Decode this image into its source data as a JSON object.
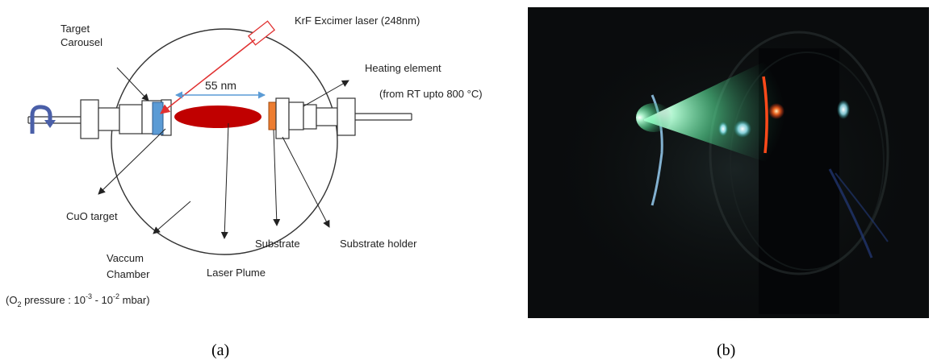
{
  "panel_a": {
    "caption": "(a)",
    "labels": {
      "target_carousel_line1": "Target",
      "target_carousel_line2": "Carousel",
      "laser": "KrF Excimer laser (248nm)",
      "distance": "55 nm",
      "heating_line1": "Heating element",
      "heating_line2_prefix": "(from RT upto 800 ",
      "heating_unit": "°C)",
      "cuo_target": "CuO target",
      "substrate": "Substrate",
      "substrate_holder": "Substrate holder",
      "chamber_line1": "Vaccum",
      "chamber_line2": "Chamber",
      "laser_plume": "Laser Plume",
      "pressure_open": "(O",
      "pressure_sub": "2",
      "pressure_label": " pressure :  10",
      "pressure_exp1": "-3",
      "pressure_dash": " - 10",
      "pressure_exp2": "-2",
      "pressure_unit": " mbar)"
    },
    "colors": {
      "plume": "#c00000",
      "target": "#5b9bd5",
      "substrate": "#ed7d31",
      "laser_beam": "#e03030",
      "distance_arrow": "#5b9bd5",
      "rotation_arrow": "#4a5fa8"
    }
  },
  "panel_b": {
    "caption": "(b)",
    "colors": {
      "background": "#0a0c0d",
      "plasma_plume": "#5cf0a0",
      "substrate_glow": "#ff4a1a"
    }
  }
}
